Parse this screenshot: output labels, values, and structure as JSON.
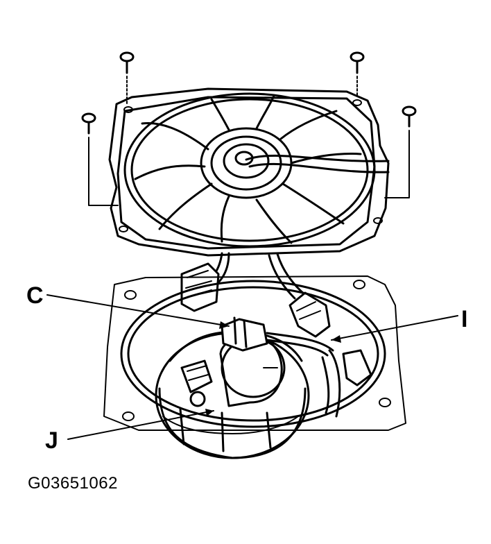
{
  "callouts": {
    "c": "C",
    "i": "I",
    "j": "J"
  },
  "figure_id": "G03651062"
}
